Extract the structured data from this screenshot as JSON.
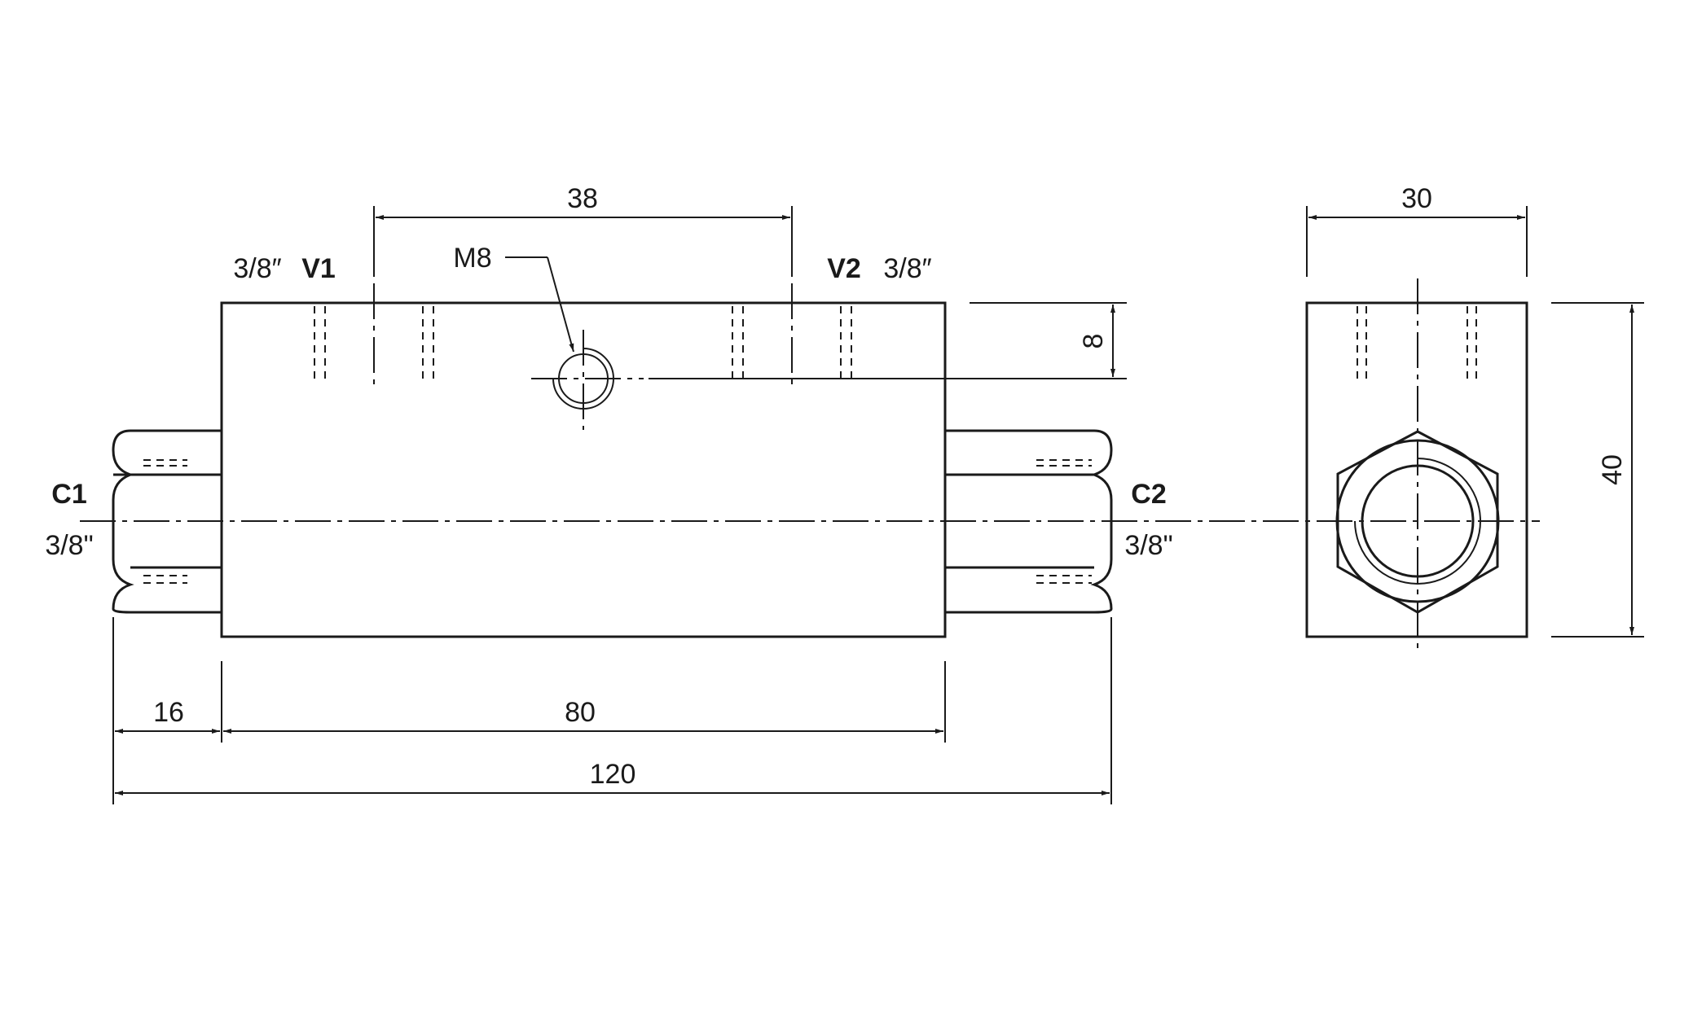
{
  "dimensions": {
    "v_spacing": "38",
    "width_side": "30",
    "port_depth": "8",
    "height_side": "40",
    "nut_length": "16",
    "body_length": "80",
    "overall_length": "120"
  },
  "labels": {
    "m8": "M8",
    "v1_size": "3/8″",
    "v1": "V1",
    "v2": "V2",
    "v2_size": "3/8″",
    "c1": "C1",
    "c1_size": "3/8\"",
    "c2": "C2",
    "c2_size": "3/8\""
  }
}
